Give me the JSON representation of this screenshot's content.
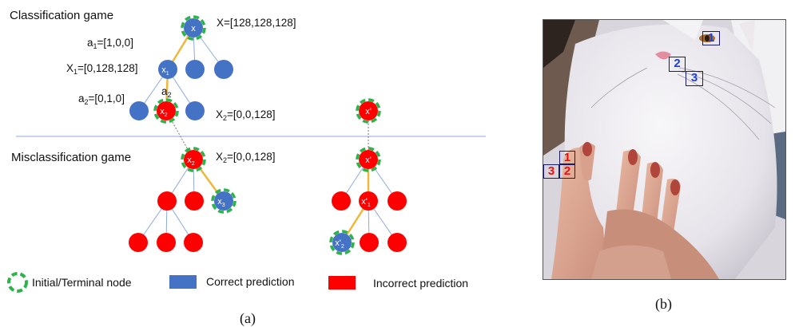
{
  "panel_a": {
    "title_classification": "Classification game",
    "title_misclassification": "Misclassification game",
    "root_value": "X=[128,128,128]",
    "action1": "a",
    "action1_sub": "1",
    "action1_value": "=[1,0,0]",
    "x1_name": "X",
    "x1_sub": "1",
    "x1_value": "=[0,128,128]",
    "action2_label": "a",
    "action2_sub": "2",
    "action2_value": "=[0,1,0]",
    "x2_name": "X",
    "x2_sub": "2",
    "x2_value": "=[0,0,128]",
    "x2_name_b": "X",
    "x2_sub_b": "2",
    "x2_value_b": "=[0,0,128]",
    "nodes": {
      "root": "x",
      "x1": "x",
      "x1_sub": "1",
      "x2": "x",
      "x2_sub": "2",
      "x2b": "x",
      "x2b_sub": "2",
      "x3": "x",
      "x3_sub": "3",
      "xprime_top": "x'",
      "xprime_mid": "x'",
      "xprime1": "x'",
      "xprime1_sub": "1",
      "xprime2": "x'",
      "xprime2_sub": "2"
    },
    "legend": {
      "initial_terminal": "Initial/Terminal node",
      "correct": "Correct prediction",
      "incorrect": "Incorrect prediction"
    },
    "caption": "(a)"
  },
  "panel_b": {
    "caption": "(b)",
    "blue_boxes": [
      "1",
      "2",
      "3"
    ],
    "red_boxes": [
      "1",
      "2",
      "3"
    ]
  },
  "colors": {
    "correct": "#4472c4",
    "incorrect": "#ff0000",
    "edge": "#f0b83a",
    "terminal_ring": "#2eb34a",
    "divider": "#8faadc"
  }
}
